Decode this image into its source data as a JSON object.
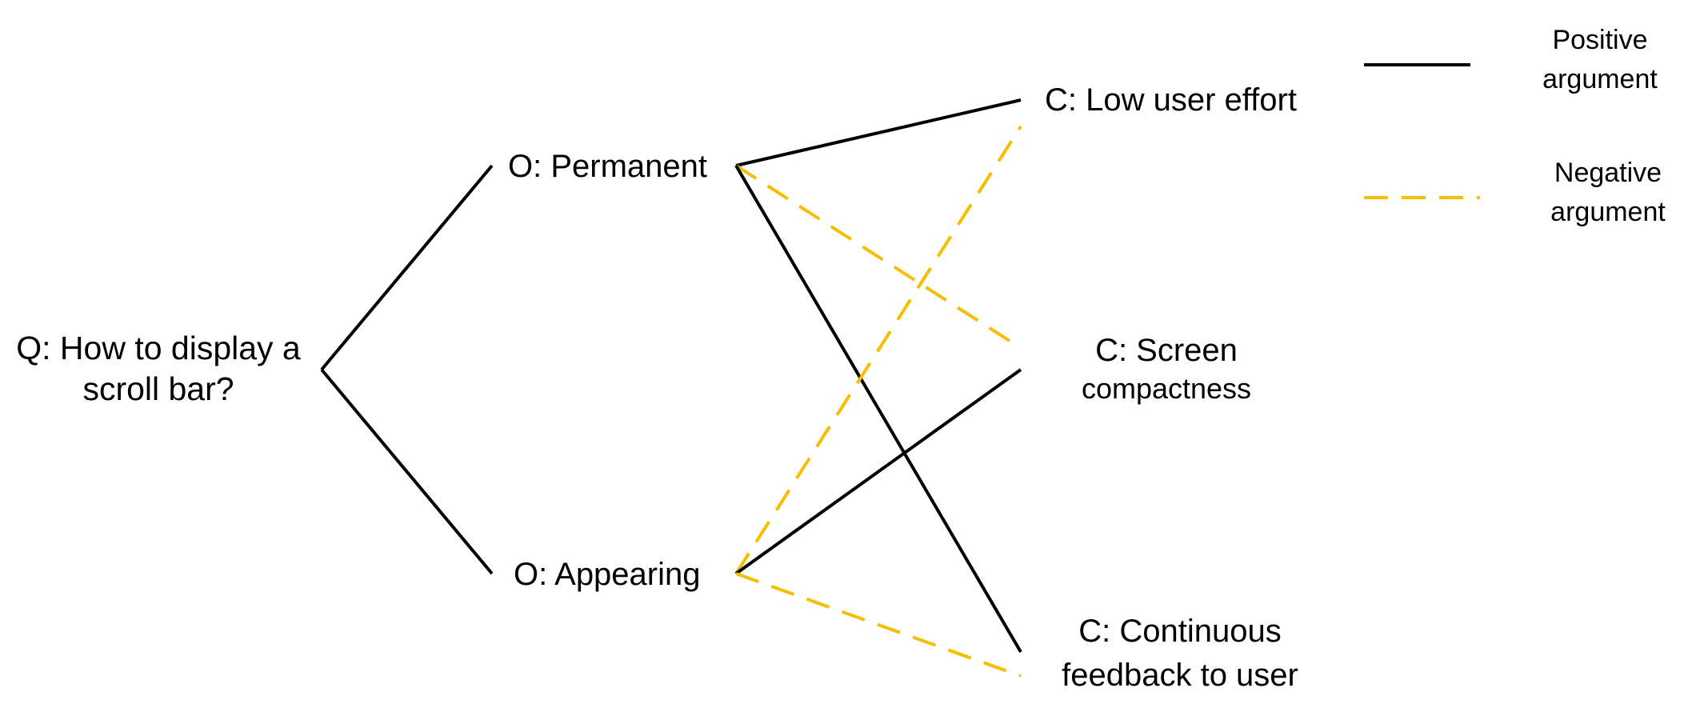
{
  "colors": {
    "positive": "#000000",
    "negative": "#f5bf00",
    "text": "#000000",
    "background": "#ffffff"
  },
  "question": {
    "line1": "Q: How to display a",
    "line2": "scroll bar?"
  },
  "options": {
    "permanent": "O: Permanent",
    "appearing": "O: Appearing"
  },
  "criteria": {
    "low_effort": "C: Low user effort",
    "screen_line1": "C: Screen",
    "screen_line2": "compactness",
    "feedback_line1": "C: Continuous",
    "feedback_line2": "feedback to user"
  },
  "legend": {
    "positive_line1": "Positive",
    "positive_line2": "argument",
    "negative_line1": "Negative",
    "negative_line2": "argument"
  },
  "edges": [
    {
      "from": "question",
      "to": "permanent",
      "kind": "positive"
    },
    {
      "from": "question",
      "to": "appearing",
      "kind": "positive"
    },
    {
      "from": "permanent",
      "to": "low_effort",
      "kind": "positive"
    },
    {
      "from": "permanent",
      "to": "screen",
      "kind": "negative"
    },
    {
      "from": "permanent",
      "to": "feedback",
      "kind": "positive"
    },
    {
      "from": "appearing",
      "to": "low_effort",
      "kind": "negative"
    },
    {
      "from": "appearing",
      "to": "screen",
      "kind": "positive"
    },
    {
      "from": "appearing",
      "to": "feedback",
      "kind": "negative"
    }
  ]
}
